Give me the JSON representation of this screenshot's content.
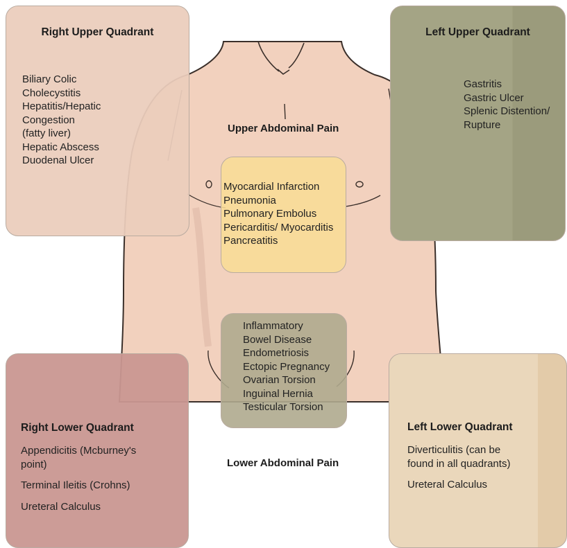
{
  "right_upper_quadrant": {
    "title": "Right Upper Quadrant",
    "items": [
      "Biliary Colic",
      "Cholecystitis",
      "Hepatitis/Hepatic",
      "Congestion",
      "(fatty liver)",
      "Hepatic Abscess",
      "Duodenal Ulcer"
    ],
    "color": "#ebcdbc"
  },
  "left_upper_quadrant": {
    "title": "Left Upper Quadrant",
    "items": [
      "Gastritis",
      "Gastric Ulcer",
      "Splenic Distention/",
      "Rupture"
    ],
    "color": "#a4a485"
  },
  "upper_center": {
    "label": "Upper Abdominal Pain",
    "items": [
      "Myocardial Infarction",
      "Pneumonia",
      "Pulmonary Embolus",
      "Pericarditis/ Myocarditis",
      "Pancreatitis"
    ],
    "color": "#f8dc96"
  },
  "lower_center": {
    "label": "Lower Abdominal Pain",
    "items": [
      "Inflammatory",
      "Bowel Disease",
      "Endometriosis",
      "Ectopic Pregnancy",
      "Ovarian Torsion",
      "Inguinal Hernia",
      "Testicular Torsion"
    ],
    "color": "#afaa8e"
  },
  "right_lower_quadrant": {
    "title": "Right Lower Quadrant",
    "items": [
      "Appendicitis (Mcburney's\npoint)",
      "Terminal Ileitis (Crohns)",
      "Ureteral Calculus"
    ],
    "color": "#c99791"
  },
  "left_lower_quadrant": {
    "title": "Left Lower Quadrant",
    "items": [
      "Diverticulitis (can be\nfound in all quadrants)",
      "Ureteral Calculus"
    ],
    "color": "#ead7bb"
  },
  "skin_color": "#f1d0bd"
}
